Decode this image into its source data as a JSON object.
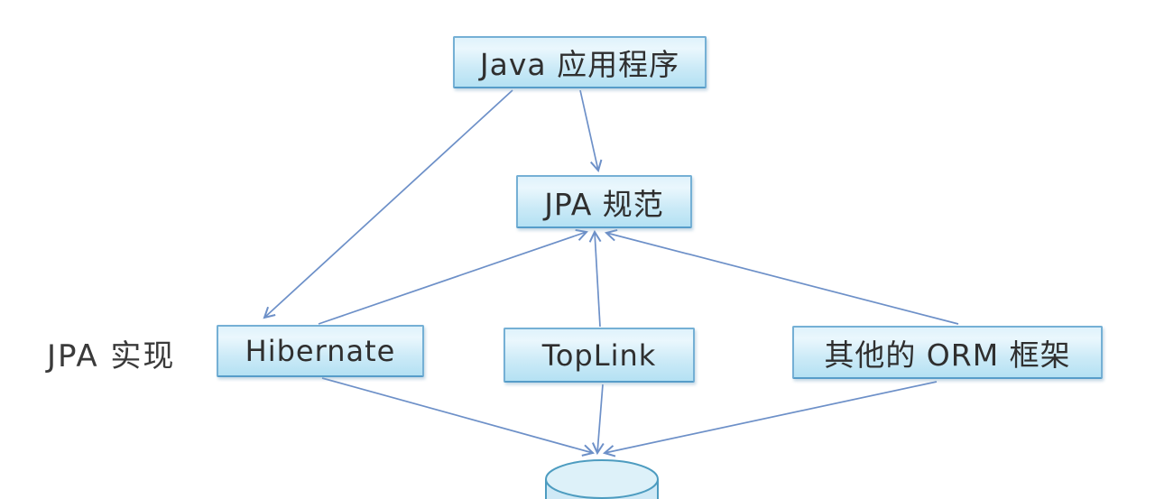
{
  "diagram": {
    "title_hint": "JPA specification and implementations architecture",
    "nodes": {
      "java_app": {
        "label": "Java 应用程序"
      },
      "jpa_spec": {
        "label": "JPA 规范"
      },
      "hibernate": {
        "label": "Hibernate"
      },
      "toplink": {
        "label": "TopLink"
      },
      "orm_other": {
        "label": "其他的 ORM 框架"
      },
      "database": {
        "label": "",
        "shape": "cylinder"
      }
    },
    "labels": {
      "jpa_impl": "JPA 实现"
    },
    "edges": [
      {
        "from": "java_app",
        "to": "hibernate"
      },
      {
        "from": "java_app",
        "to": "jpa_spec"
      },
      {
        "from": "hibernate",
        "to": "jpa_spec"
      },
      {
        "from": "toplink",
        "to": "jpa_spec"
      },
      {
        "from": "orm_other",
        "to": "jpa_spec"
      },
      {
        "from": "hibernate",
        "to": "database"
      },
      {
        "from": "toplink",
        "to": "database"
      },
      {
        "from": "orm_other",
        "to": "database"
      }
    ],
    "colors": {
      "box_fill_top": "#dff2fb",
      "box_fill_bottom": "#b4e1f3",
      "box_border": "#75b0d5",
      "arrow": "#6d90c8",
      "cylinder_fill": "#d5ecf7",
      "cylinder_border": "#4d9cc0",
      "text": "#2f2f2f",
      "background": "#ffffff"
    }
  }
}
